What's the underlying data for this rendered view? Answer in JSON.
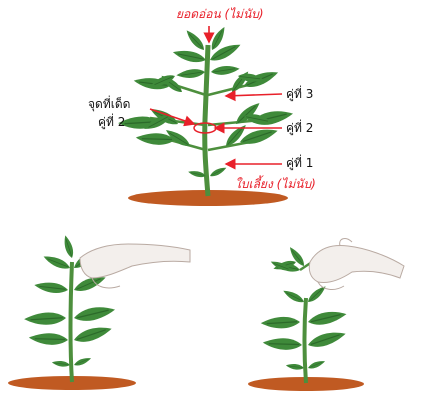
{
  "labels": {
    "top_shoot": "ยอดอ่อน (ไม่นับ)",
    "pinch_point_line1": "จุดที่เด็ด",
    "pinch_point_line2": "คู่ที่ 2",
    "pair_3": "คู่ที่ 3",
    "pair_2": "คู่ที่ 2",
    "pair_1": "คู่ที่ 1",
    "cotyledons": "ใบเลี้ยง (ไม่นับ)"
  },
  "colors": {
    "leaf": "#3f8a3a",
    "leaf_dark": "#2c6a2a",
    "stem": "#4d8f3d",
    "soil": "#c05a22",
    "arrow": "#e8202a",
    "hand": "#f3efec",
    "hand_outline": "#b9aaa2"
  }
}
